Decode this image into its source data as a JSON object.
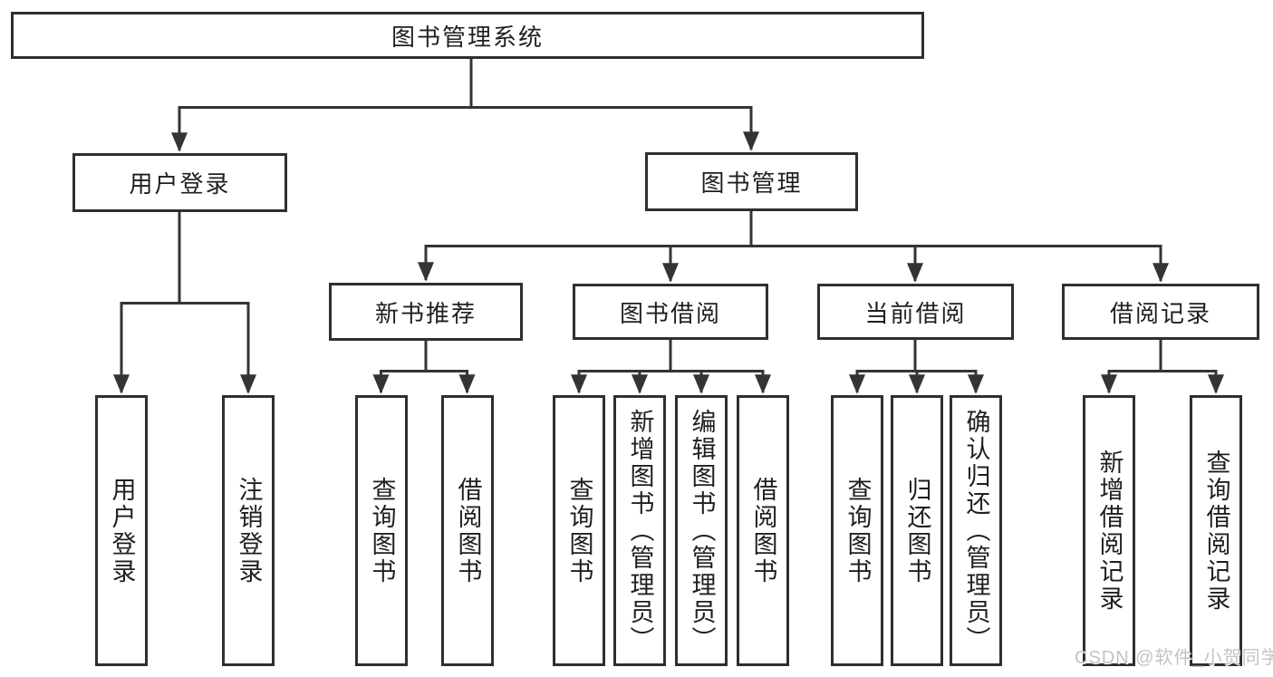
{
  "title": {
    "label": "图书管理系统"
  },
  "level2": [
    {
      "label": "用户登录"
    },
    {
      "label": "图书管理"
    }
  ],
  "level3": [
    {
      "label": "新书推荐"
    },
    {
      "label": "图书借阅"
    },
    {
      "label": "当前借阅"
    },
    {
      "label": "借阅记录"
    }
  ],
  "leaves": {
    "user_login": [
      "用户登录",
      "注销登录"
    ],
    "new_book": [
      "查询图书",
      "借阅图书"
    ],
    "book_borrow": [
      "查询图书",
      "新增图书（管理员）",
      "编辑图书（管理员）",
      "借阅图书"
    ],
    "current_borrow": [
      "查询图书",
      "归还图书",
      "确认归还（管理员）"
    ],
    "borrow_records": [
      "新增借阅记录",
      "查询借阅记录"
    ]
  },
  "watermark": {
    "text": "CSDN @软件_小贺同学",
    "color": "#c3c3c3"
  },
  "colors": {
    "line": "#343434",
    "border": "#2f2f2f",
    "text": "#1f1f1f",
    "background": "#ffffff"
  }
}
